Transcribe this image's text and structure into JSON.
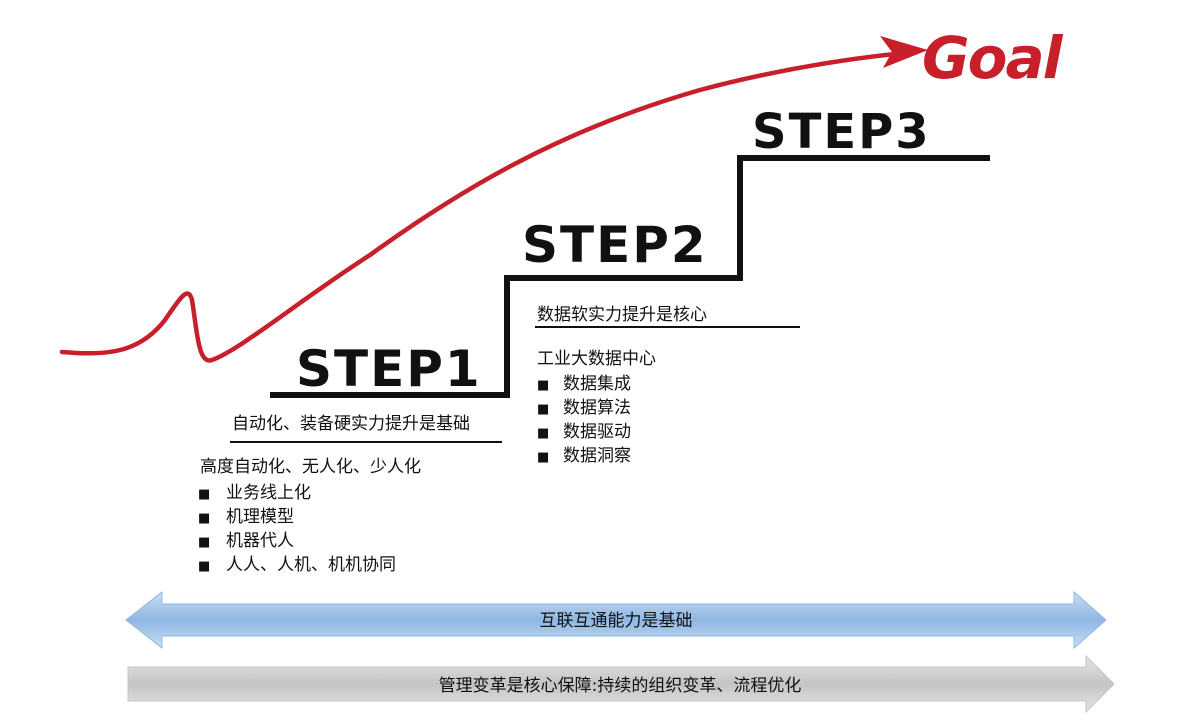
{
  "goal": {
    "label": "Goal",
    "color": "#c8202a"
  },
  "steps": [
    {
      "label": "STEP1",
      "caption": "自动化、装备硬实力提升是基础",
      "heading": "高度自动化、无人化、少人化",
      "items": [
        "业务线上化",
        "机理模型",
        "机器代人",
        "人人、人机、机机协同"
      ]
    },
    {
      "label": "STEP2",
      "caption": "数据软实力提升是核心",
      "heading": "工业大数据中心",
      "items": [
        "数据集成",
        "数据算法",
        "数据驱动",
        "数据洞察"
      ]
    },
    {
      "label": "STEP3"
    }
  ],
  "bullet_char": "■",
  "bands": {
    "interconnect": {
      "label": "互联互通能力是基础",
      "color": "#a9c9ec"
    },
    "management": {
      "label": "管理变革是核心保障:持续的组织变革、流程优化",
      "color": "#cfcfcf"
    }
  },
  "colors": {
    "trend_line": "#c8202a",
    "stairs": "#111111"
  }
}
